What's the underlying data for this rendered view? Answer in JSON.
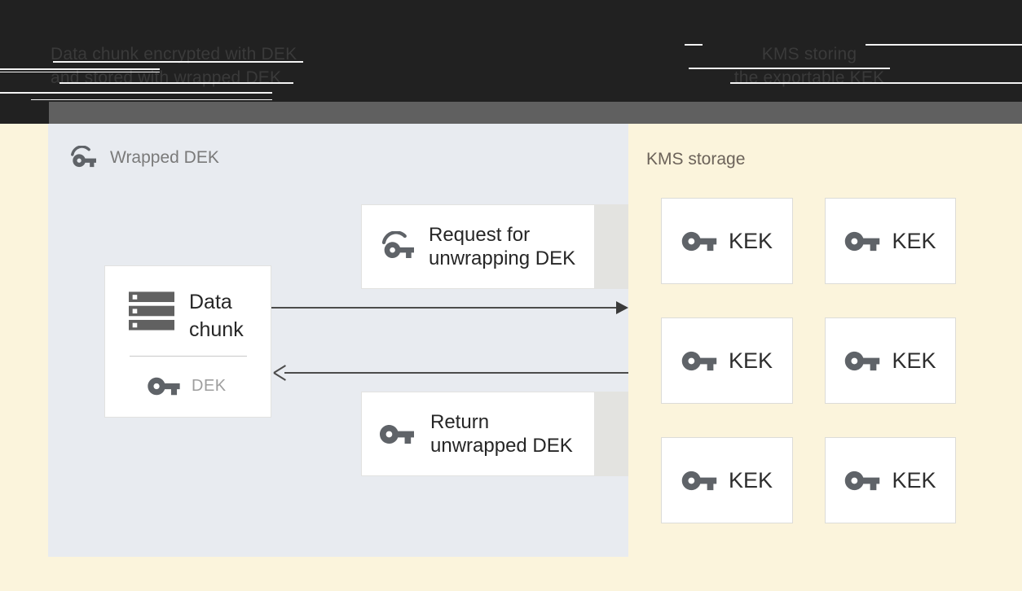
{
  "header": {
    "left": {
      "line1": "Data chunk encrypted with DEK",
      "line2": "and stored with wrapped DEK"
    },
    "right": {
      "line1": "KMS storing",
      "line2": "the exportable KEK"
    }
  },
  "wrapped_dek_panel": {
    "title": "Wrapped DEK",
    "title_icon": "wrapped-key-icon",
    "data_chunk_box": {
      "label": "Data chunk",
      "icon": "storage-icon",
      "dek_label": "DEK",
      "dek_icon": "key-icon"
    },
    "request_box": {
      "label": "Request for unwrapping DEK",
      "icon": "wrapped-key-icon"
    },
    "return_box": {
      "label": "Return unwrapped DEK",
      "icon": "key-icon"
    },
    "arrows": [
      {
        "direction": "right",
        "from": "data-chunk-box",
        "to": "kms-storage"
      },
      {
        "direction": "left",
        "from": "kms-storage",
        "to": "data-chunk-box"
      }
    ]
  },
  "kms": {
    "title": "KMS storage",
    "keks": [
      {
        "label": "KEK",
        "icon": "key-icon"
      },
      {
        "label": "KEK",
        "icon": "key-icon"
      },
      {
        "label": "KEK",
        "icon": "key-icon"
      },
      {
        "label": "KEK",
        "icon": "key-icon"
      },
      {
        "label": "KEK",
        "icon": "key-icon"
      },
      {
        "label": "KEK",
        "icon": "key-icon"
      }
    ]
  },
  "colors": {
    "background_cream": "#fbf4dc",
    "panel_blue": "#e8ebf0",
    "header_black": "#212121",
    "header_gray_band": "#606060",
    "icon_gray": "#5f6368",
    "arrow_gray": "#4c4c4c",
    "text_dark": "#262626",
    "text_muted": "#9e9e9e"
  }
}
